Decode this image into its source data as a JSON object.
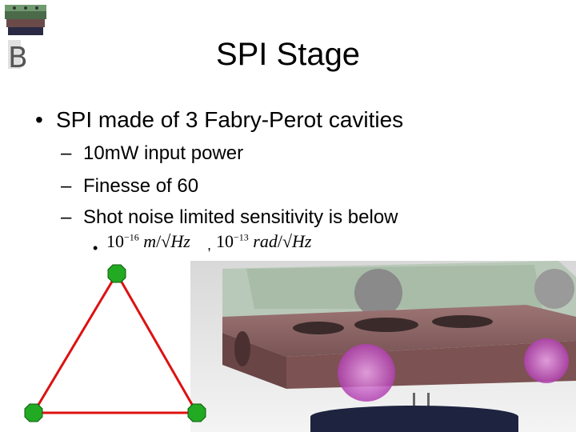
{
  "slide": {
    "title": "SPI Stage",
    "bullet": "SPI made of 3 Fabry-Perot cavities",
    "subbullets": [
      "10mW input power",
      "Finesse of 60",
      "Shot noise limited sensitivity is below"
    ],
    "formula1": {
      "base": "10",
      "exp": "−16",
      "unit_num": "m",
      "unit_den": "Hz"
    },
    "formula2": {
      "base": "10",
      "exp": "−13",
      "unit_num": "rad",
      "unit_den": "Hz"
    },
    "separator": ","
  },
  "colors": {
    "triangle_edge": "#dd1111",
    "node_fill": "#22aa22",
    "plate": "#8a5a5a",
    "cavity_glow": "#cc66cc"
  }
}
